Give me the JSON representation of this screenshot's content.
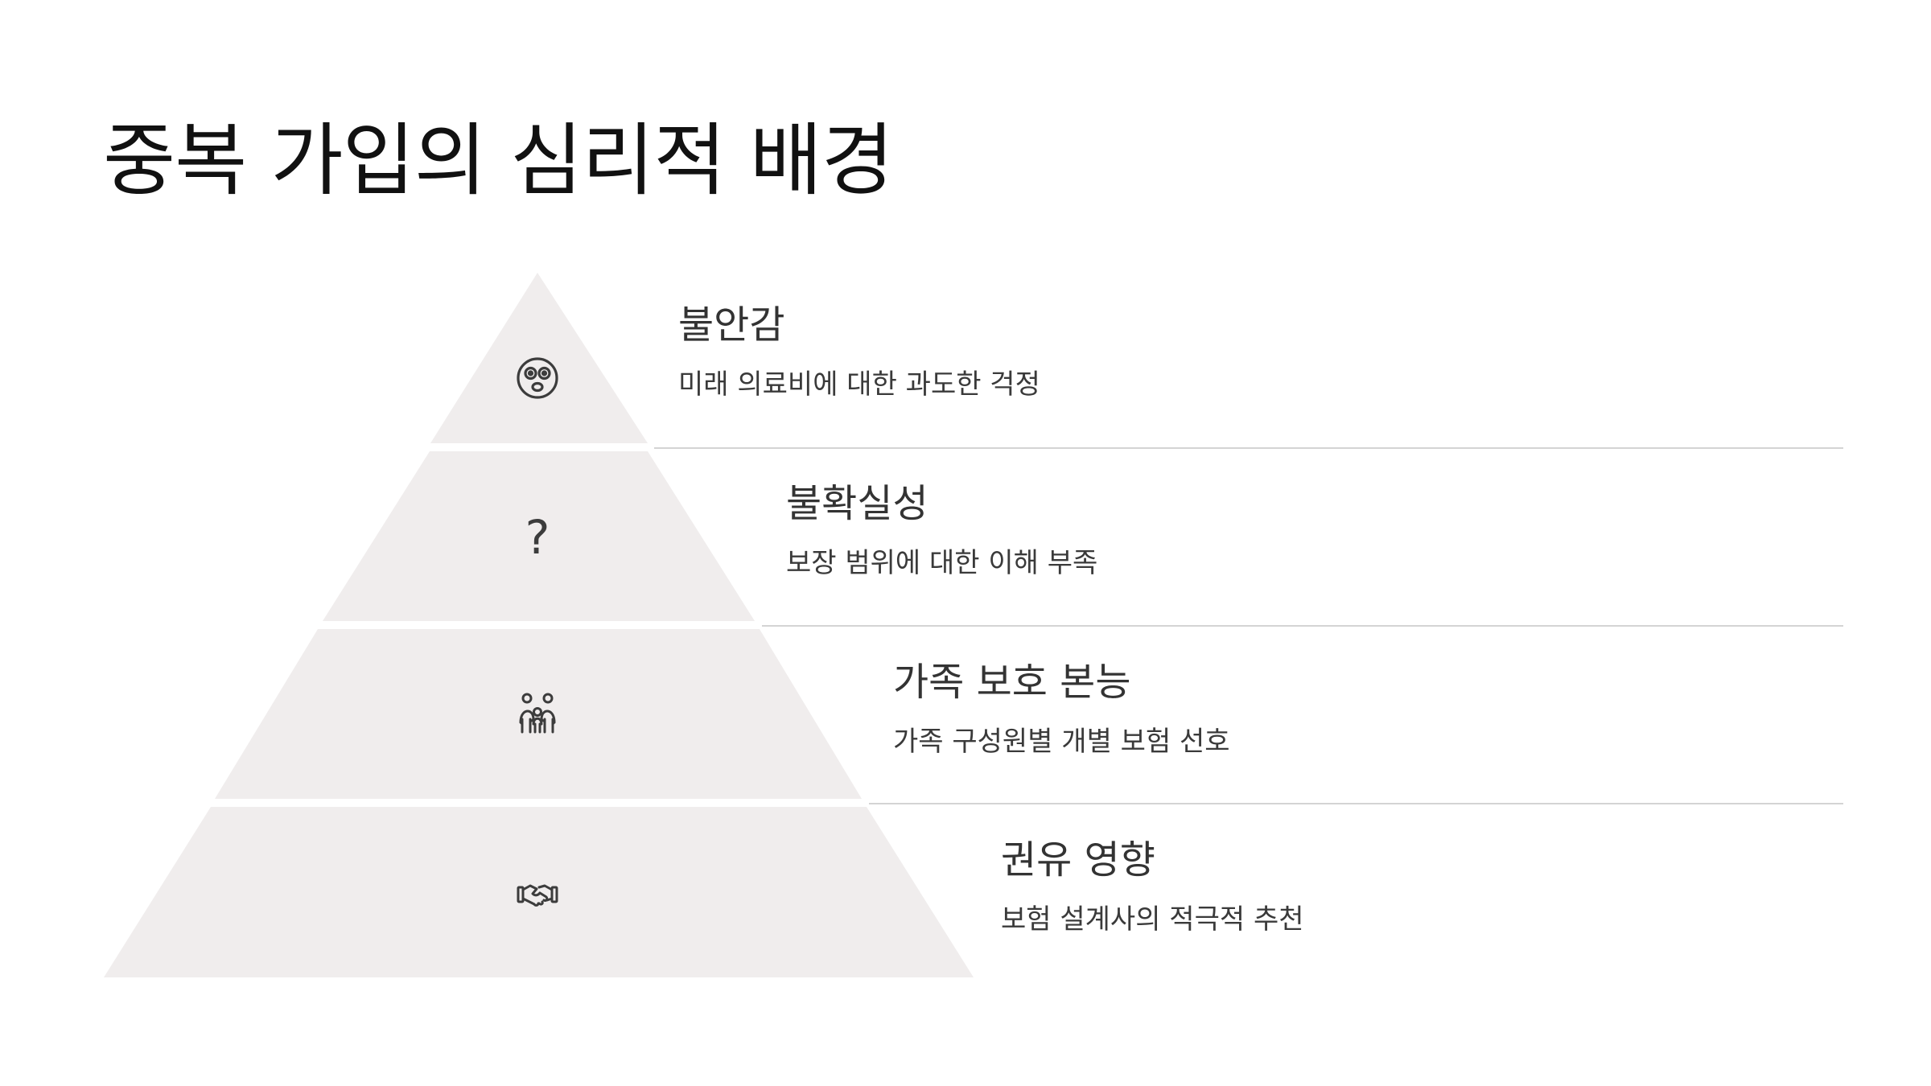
{
  "title": "중복 가입의 심리적 배경",
  "colors": {
    "tier_fill": "#f0eded",
    "icon_stroke": "#3c3c3c",
    "divider": "#d4d4d4",
    "heading_text": "#333333",
    "body_text": "#3a3a3a"
  },
  "tiers": [
    {
      "icon": "anxious-face-icon",
      "heading": "불안감",
      "description": "미래 의료비에 대한 과도한 걱정"
    },
    {
      "icon": "question-mark-icon",
      "heading": "불확실성",
      "description": "보장 범위에 대한 이해 부족"
    },
    {
      "icon": "family-icon",
      "heading": "가족 보호 본능",
      "description": "가족 구성원별 개별 보험 선호"
    },
    {
      "icon": "handshake-icon",
      "heading": "권유 영향",
      "description": "보험 설계사의 적극적 추천"
    }
  ]
}
